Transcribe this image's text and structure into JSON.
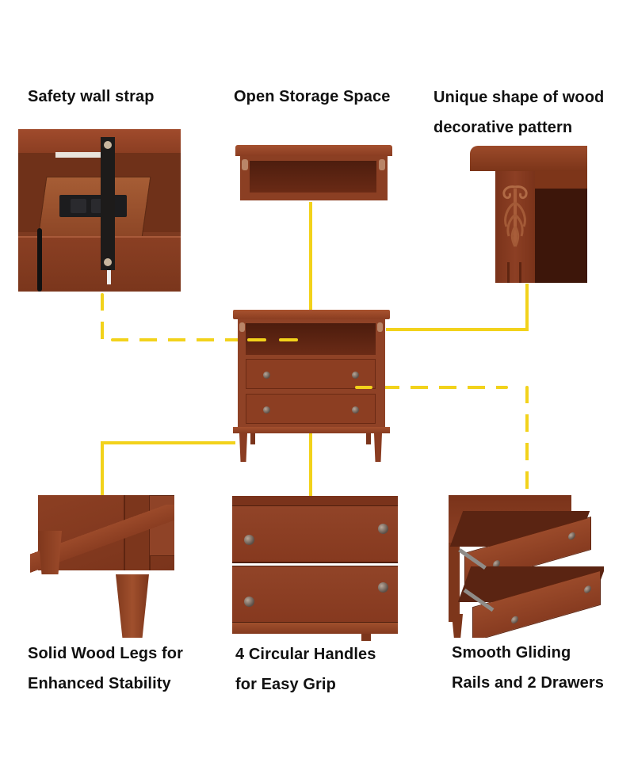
{
  "captions": {
    "safety_strap": "Safety wall strap",
    "open_storage": "Open Storage Space",
    "decorative_line1": "Unique shape of wood",
    "decorative_line2": "decorative pattern",
    "legs_line1": "Solid Wood Legs for",
    "legs_line2": "Enhanced Stability",
    "handles_line1": "4 Circular Handles",
    "handles_line2": "for Easy Grip",
    "drawers_line1": "Smooth Gliding",
    "drawers_line2": "Rails and 2 Drawers"
  },
  "panels": [
    {
      "id": "safety-strap-detail",
      "subject": "wall strap with power outlet"
    },
    {
      "id": "open-storage-detail",
      "subject": "open shelf compartment"
    },
    {
      "id": "decorative-carving-detail",
      "subject": "acanthus leaf carving"
    },
    {
      "id": "main-nightstand",
      "subject": "two-drawer nightstand with open shelf"
    },
    {
      "id": "legs-detail",
      "subject": "tapered solid wood legs"
    },
    {
      "id": "handles-detail",
      "subject": "circular drawer knobs"
    },
    {
      "id": "drawers-detail",
      "subject": "open drawers on gliding rails"
    }
  ],
  "colors": {
    "wood": "#8c3f24",
    "wood_dark": "#5a2614",
    "wood_light": "#a85534",
    "connector_yellow": "#f2d21b",
    "background": "#ffffff",
    "text": "#111111"
  }
}
